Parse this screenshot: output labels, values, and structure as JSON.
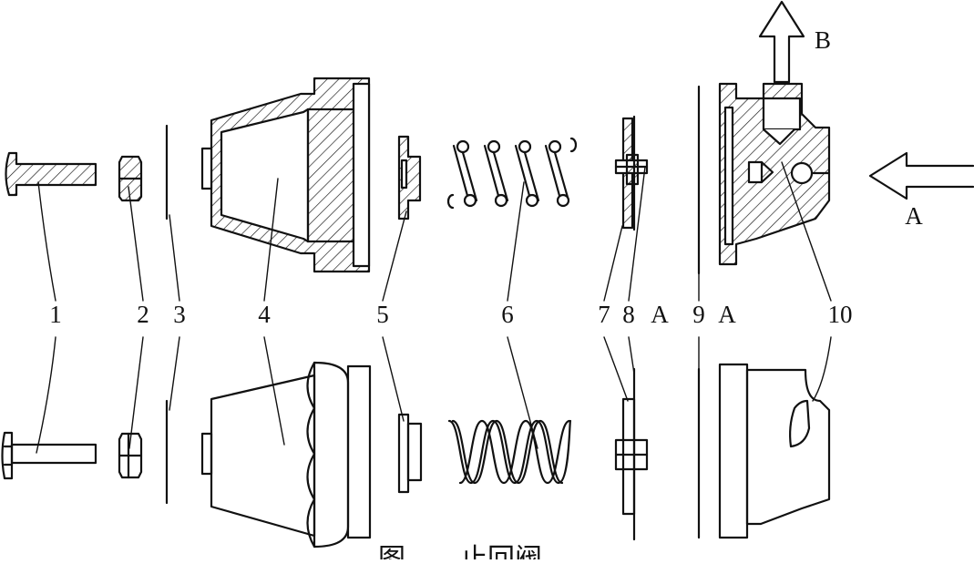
{
  "figure": {
    "part_labels": [
      "1",
      "2",
      "3",
      "4",
      "5",
      "6",
      "7",
      "8",
      "9",
      "10"
    ],
    "view_marks": {
      "after_8": "A",
      "after_9": "A",
      "arrow_a": "A",
      "arrow_b": "B"
    },
    "caption": "图 ___ 止回阀"
  },
  "colors": {
    "stroke": "#111111",
    "background": "#ffffff"
  }
}
